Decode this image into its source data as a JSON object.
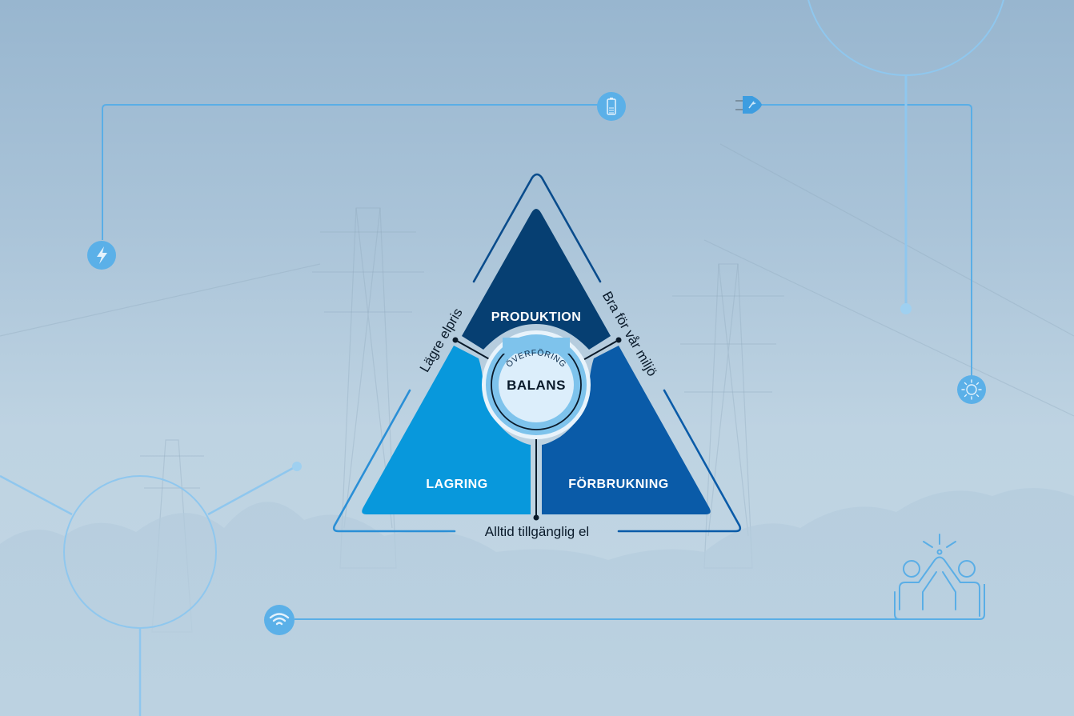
{
  "diagram": {
    "center": {
      "title": "BALANS",
      "ring_label": "ÖVERFÖRING"
    },
    "segments": [
      {
        "label": "PRODUKTION",
        "color": "#063f72"
      },
      {
        "label": "LAGRING",
        "color": "#0898dc"
      },
      {
        "label": "FÖRBRUKNING",
        "color": "#0a5ba8"
      }
    ],
    "benefits": {
      "left": "Lägre elpris",
      "right": "Bra för vår miljö",
      "bottom": "Alltid tillgänglig el"
    }
  },
  "icons": [
    {
      "name": "lightning-icon"
    },
    {
      "name": "battery-icon"
    },
    {
      "name": "plug-icon"
    },
    {
      "name": "sun-icon"
    },
    {
      "name": "wifi-icon"
    },
    {
      "name": "high-five-people-icon"
    }
  ],
  "colors": {
    "line": "#5aaee6",
    "line_light": "#8fc7ee",
    "icon_fill": "#5bb0e8",
    "outline_dark": "#0a4c8c",
    "outline_mid": "#0a6fc0",
    "outline_light": "#2a8fd6",
    "center_fill": "#dceefb",
    "ring_fill": "#7ec3ec"
  }
}
